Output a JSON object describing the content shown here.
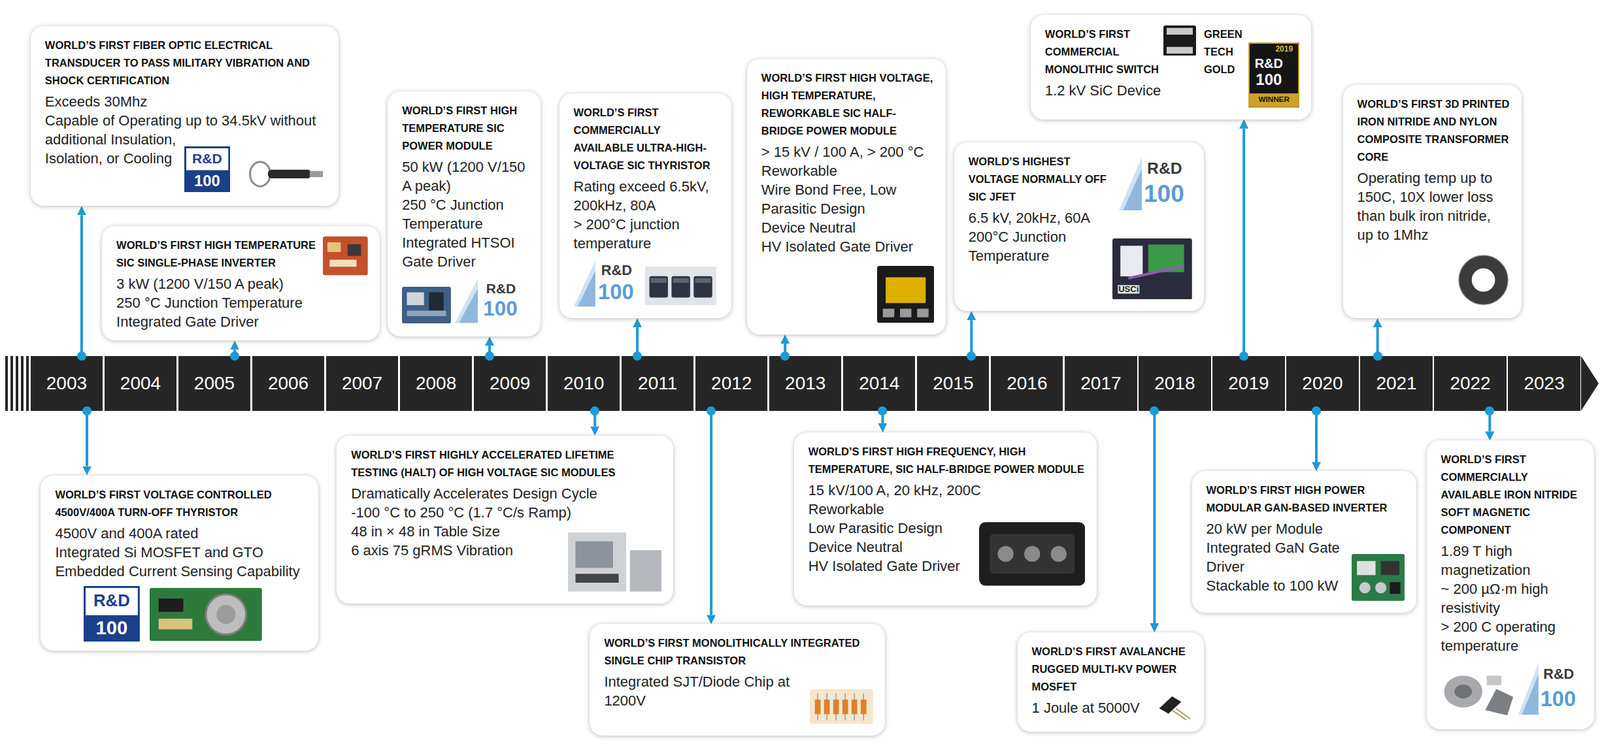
{
  "diagram": {
    "nodes": [
      {
        "text": [
          "WORLD’S FIRST FIBER OPTIC ELECTRICAL TRANSDUCER TO PASS MILITARY VIBRATION AND SHOCK CERTIFICATION",
          "Exceeds 30Mhz",
          "Capable of Operating up to 34.5kV without additional Insulation, Isolation, or Cooling"
        ]
      },
      {
        "text": [
          "WORLD’S FIRST HIGH TEMPERATURE SIC SINGLE-PHASE INVERTER",
          "3 kW (1200 V/150 A peak)",
          "250 °C Junction Temperature",
          "Integrated Gate Driver"
        ]
      },
      {
        "text": [
          "WORLD’S FIRST HIGH TEMPERATURE SIC POWER MODULE",
          "50 kW (1200 V/150 A peak)",
          "250 °C Junction Temperature",
          "Integrated HTSOI Gate Driver"
        ]
      },
      {
        "text": [
          "WORLD’S FIRST COMMERCIALLY AVAILABLE ULTRA-HIGH-VOLTAGE SIC THYRISTOR",
          "Rating exceed 6.5kV, 200kHz, 80A",
          "> 200°C junction temperature"
        ]
      },
      {
        "text": [
          "WORLD’S FIRST HIGH VOLTAGE, HIGH TEMPERATURE, REWORKABLE SIC HALF-BRIDGE POWER MODULE",
          "> 15 kV / 100 A, > 200 °C",
          "Reworkable",
          "Wire Bond Free, Low Parasitic Design",
          "Device Neutral",
          "HV Isolated Gate Driver"
        ]
      },
      {
        "text": [
          "WORLD’S HIGHEST VOLTAGE NORMALLY OFF SIC JFET",
          "6.5 kV, 20kHz, 60A",
          "200°C Junction Temperature"
        ]
      },
      {
        "text": [
          "WORLD’S FIRST COMMERCIAL MONOLITHIC SWITCH",
          "1.2 kV SiC Device",
          "GREEN TECH GOLD"
        ]
      },
      {
        "text": [
          "WORLD’S FIRST 3D PRINTED IRON NITRIDE AND NYLON COMPOSITE TRANSFORMER CORE",
          "Operating temp up to 150C, 10X lower loss than bulk iron nitride, up to 1Mhz"
        ]
      },
      {
        "text": [
          "2003"
        ]
      },
      {
        "text": [
          "2004"
        ]
      },
      {
        "text": [
          "2005"
        ]
      },
      {
        "text": [
          "2006"
        ]
      },
      {
        "text": [
          "2007"
        ]
      },
      {
        "text": [
          "2008"
        ]
      },
      {
        "text": [
          "2009"
        ]
      },
      {
        "text": [
          "2010"
        ]
      },
      {
        "text": [
          "2011"
        ]
      },
      {
        "text": [
          "2012"
        ]
      },
      {
        "text": [
          "2013"
        ]
      },
      {
        "text": [
          "2014"
        ]
      },
      {
        "text": [
          "2015"
        ]
      },
      {
        "text": [
          "2016"
        ]
      },
      {
        "text": [
          "2017"
        ]
      },
      {
        "text": [
          "2018"
        ]
      },
      {
        "text": [
          "2019"
        ]
      },
      {
        "text": [
          "2020"
        ]
      },
      {
        "text": [
          "2021"
        ]
      },
      {
        "text": [
          "2022"
        ]
      },
      {
        "text": [
          "2023"
        ]
      },
      {
        "text": [
          "WORLD’S FIRST VOLTAGE CONTROLLED 4500V/400A TURN-OFF THYRISTOR",
          "4500V and 400A rated",
          "Integrated Si MOSFET and GTO",
          "Embedded Current Sensing Capability"
        ]
      },
      {
        "text": [
          "WORLD’S FIRST HIGHLY ACCELERATED LIFETIME TESTING (HALT) OF HIGH VOLTAGE SIC MODULES",
          "Dramatically Accelerates Design Cycle",
          "-100 °C to 250 °C (1.7 °C/s Ramp)",
          "48 in × 48 in Table Size",
          "6 axis 75 gRMS Vibration"
        ]
      },
      {
        "text": [
          "WORLD’S FIRST MONOLITHICALLY INTEGRATED SINGLE CHIP TRANSISTOR",
          "Integrated SJT/Diode Chip at 1200V"
        ]
      },
      {
        "text": [
          "WORLD’S FIRST HIGH FREQUENCY, HIGH TEMPERATURE, SIC HALF-BRIDGE POWER MODULE",
          "15 kV/100 A, 20 kHz, 200C",
          "Reworkable",
          "Low Parasitic Design",
          "Device Neutral",
          "HV Isolated Gate Driver"
        ]
      },
      {
        "text": [
          "WORLD’S FIRST AVALANCHE RUGGED MULTI-KV POWER MOSFET",
          "1 Joule at 5000V"
        ]
      },
      {
        "text": [
          "WORLD’S FIRST HIGH POWER MODULAR GAN-BASED INVERTER",
          "20 kW per Module",
          "Integrated GaN Gate Driver",
          "Stackable to 100 kW"
        ]
      },
      {
        "text": [
          "WORLD’S FIRST COMMERCIALLY AVAILABLE IRON NITRIDE SOFT MAGNETIC COMPONENT",
          "1.89 T high magnetization",
          "~ 200 µΩ·m high resistivity",
          "> 200 C operating temperature"
        ]
      }
    ],
    "edges": [
      {
        "from": 8,
        "to": 0,
        "arrow": "to"
      },
      {
        "from": 10,
        "to": 1,
        "arrow": "to"
      },
      {
        "from": 14,
        "to": 2,
        "arrow": "to"
      },
      {
        "from": 16,
        "to": 3,
        "arrow": "to"
      },
      {
        "from": 18,
        "to": 4,
        "arrow": "to"
      },
      {
        "from": 20,
        "to": 5,
        "arrow": "to"
      },
      {
        "from": 24,
        "to": 6,
        "arrow": "to"
      },
      {
        "from": 26,
        "to": 7,
        "arrow": "to"
      },
      {
        "from": 8,
        "to": 29,
        "arrow": "to"
      },
      {
        "from": 15,
        "to": 30,
        "arrow": "to"
      },
      {
        "from": 17,
        "to": 31,
        "arrow": "to"
      },
      {
        "from": 19,
        "to": 32,
        "arrow": "to"
      },
      {
        "from": 23,
        "to": 33,
        "arrow": "to"
      },
      {
        "from": 25,
        "to": 34,
        "arrow": "to"
      },
      {
        "from": 27,
        "to": 35,
        "arrow": "to"
      }
    ],
    "labels": [
      "R&D",
      "100",
      "R&D",
      "100",
      "R&D",
      "100",
      "R&D",
      "100",
      "USCi",
      "2019",
      "R&D",
      "100",
      "WINNER",
      "R&D",
      "100",
      "R&D",
      "100"
    ]
  }
}
